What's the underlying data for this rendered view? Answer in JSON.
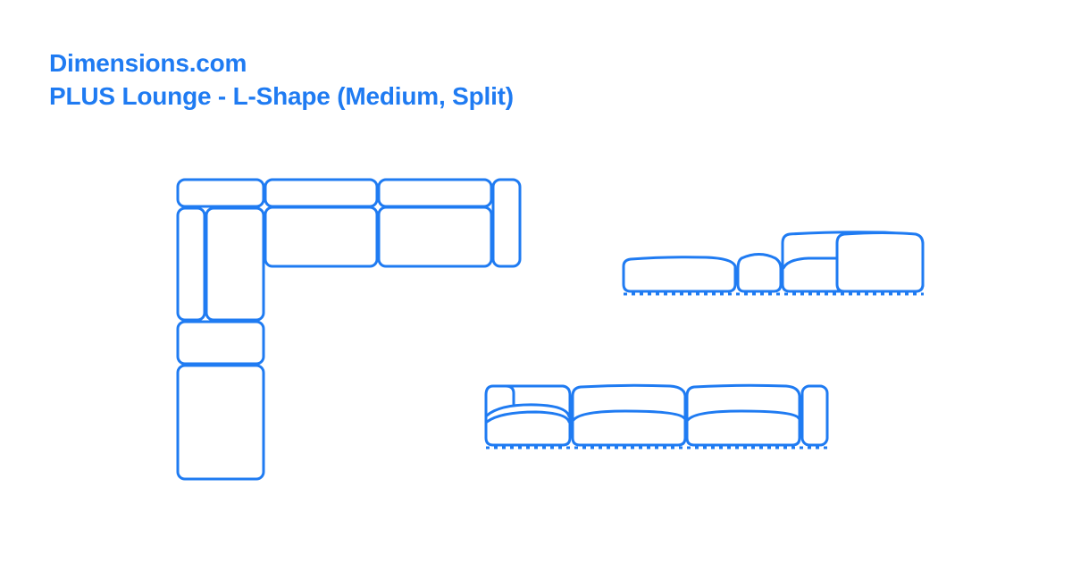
{
  "header": {
    "site": "Dimensions.com",
    "title": "PLUS Lounge - L-Shape (Medium, Split)"
  },
  "colors": {
    "accent": "#1f7bf2",
    "background": "#ffffff"
  },
  "views": [
    {
      "name": "plan-view",
      "description": "Top view of L-shaped sectional"
    },
    {
      "name": "side-elevation",
      "description": "Side view of sectional"
    },
    {
      "name": "front-elevation",
      "description": "Front view of sectional"
    }
  ]
}
